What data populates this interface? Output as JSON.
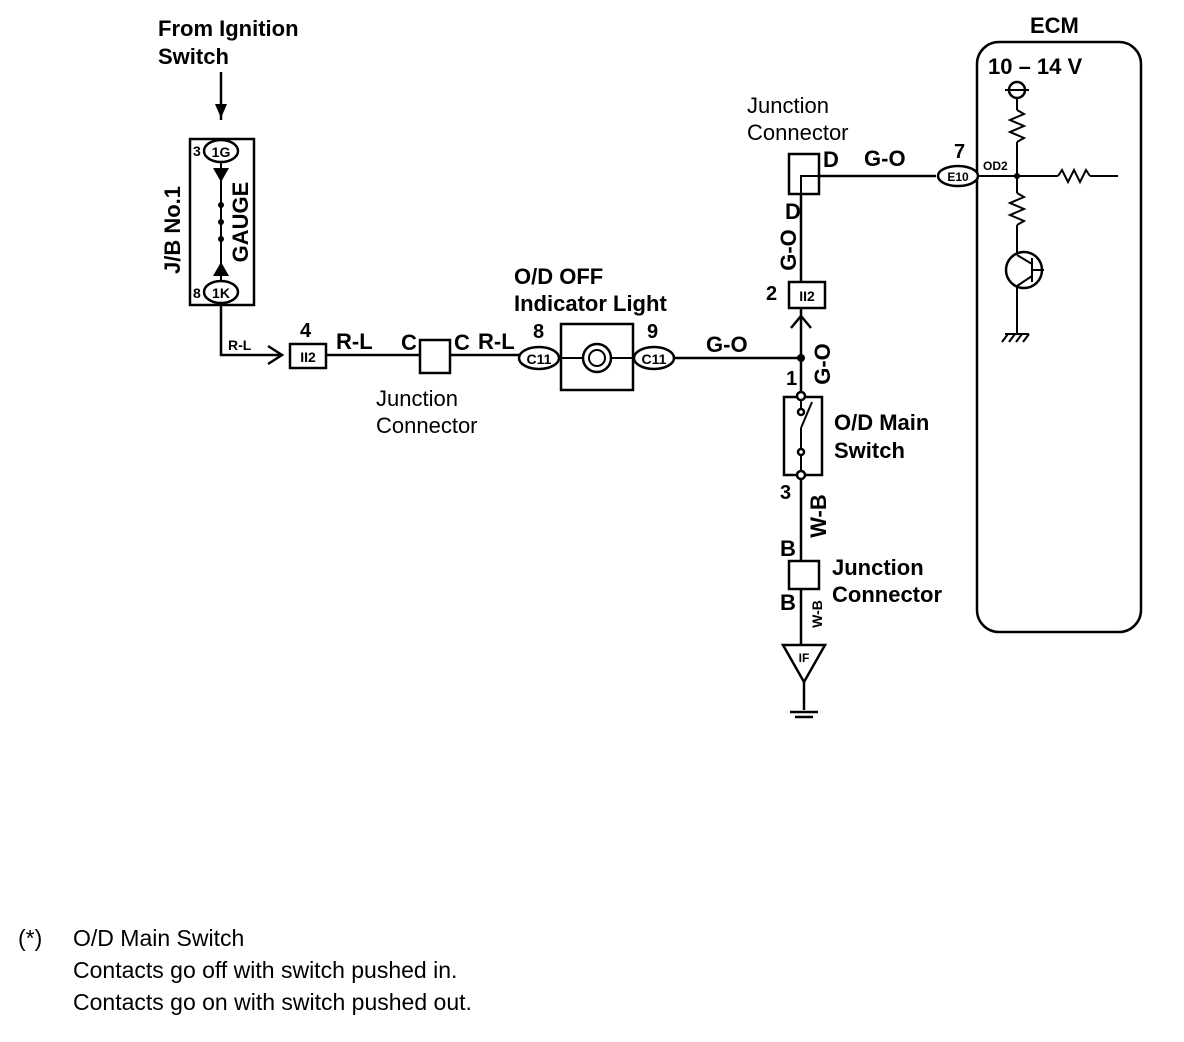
{
  "labels": {
    "from_ignition": [
      "From Ignition",
      "Switch"
    ],
    "jb": "J/B No.1",
    "gauge": "GAUGE",
    "jb_pin_top_num": "3",
    "jb_pin_top": "1G",
    "jb_pin_bot_num": "8",
    "jb_pin_bot": "1K",
    "wire_rl_1": "R-L",
    "pin_4": "4",
    "conn_ii2_a": "II2",
    "wire_rl_2": "R-L",
    "jc_left_c1": "C",
    "jc_left_c2": "C",
    "wire_rl_3": "R-L",
    "jc_left": [
      "Junction",
      "Connector"
    ],
    "od_light": [
      "O/D OFF",
      "Indicator Light"
    ],
    "pin_8": "8",
    "conn_c11_a": "C11",
    "pin_9": "9",
    "conn_c11_b": "C11",
    "wire_go_1": "G-O",
    "jc_top": [
      "Junction",
      "Connector"
    ],
    "jc_top_d1": "D",
    "jc_top_d2": "D",
    "wire_go_2": "G-O",
    "wire_go_3": "G-O",
    "pin_2": "2",
    "conn_ii2_b": "II2",
    "wire_go_4": "G-O",
    "pin_1": "1",
    "od_switch": [
      "O/D Main",
      "Switch"
    ],
    "pin_3": "3",
    "wire_wb_1": "W-B",
    "jc_bot_b1": "B",
    "jc_bot_b2": "B",
    "wire_wb_2": "W-B",
    "jc_bot": [
      "Junction",
      "Connector"
    ],
    "ground_if": "IF",
    "ecm": "ECM",
    "ecm_voltage": "10 – 14 V",
    "pin_7": "7",
    "conn_e10": "E10",
    "od2": "OD2"
  },
  "footnote": {
    "mark": "(*)",
    "lines": [
      "O/D Main Switch",
      "Contacts go off with switch pushed in.",
      "Contacts go on with switch pushed out."
    ]
  }
}
